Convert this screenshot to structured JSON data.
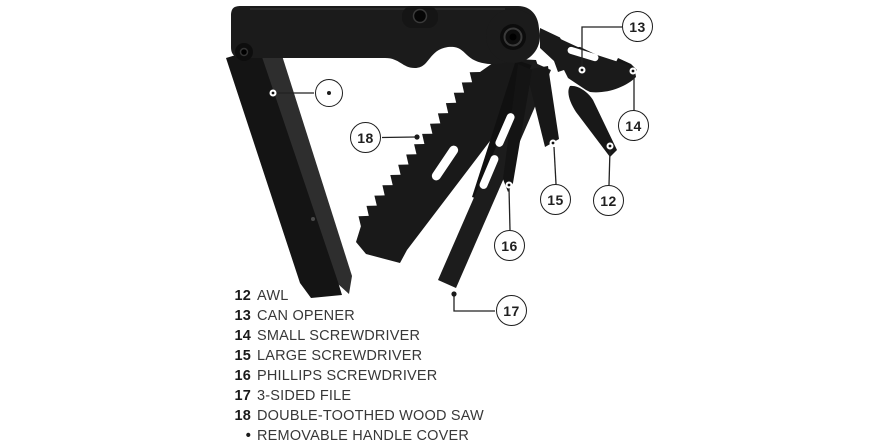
{
  "colors": {
    "background": "#ffffff",
    "tool_black": "#1a1a1a",
    "callout_outline": "#1d1d1d",
    "leader_line": "#222222",
    "legend_number": "#1a1a1a",
    "legend_label": "#383838"
  },
  "callouts": {
    "c12": "12",
    "c13": "13",
    "c14": "14",
    "c15": "15",
    "c16": "16",
    "c17": "17",
    "c18": "18",
    "cover_marker": "•"
  },
  "legend": {
    "items": [
      {
        "num": "12",
        "label": "AWL"
      },
      {
        "num": "13",
        "label": "CAN OPENER"
      },
      {
        "num": "14",
        "label": "SMALL SCREWDRIVER"
      },
      {
        "num": "15",
        "label": "LARGE SCREWDRIVER"
      },
      {
        "num": "16",
        "label": "PHILLIPS SCREWDRIVER"
      },
      {
        "num": "17",
        "label": "3-SIDED FILE"
      },
      {
        "num": "18",
        "label": "DOUBLE-TOOTHED WOOD SAW"
      },
      {
        "num": "•",
        "label": "REMOVABLE HANDLE COVER"
      }
    ]
  }
}
